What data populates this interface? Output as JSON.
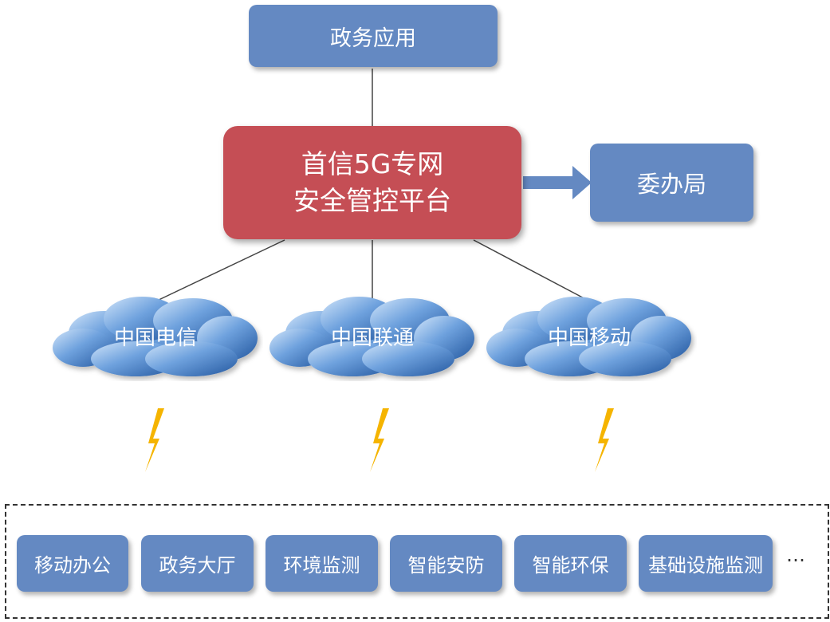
{
  "top_app": {
    "label": "政务应用"
  },
  "platform": {
    "line1": "首信5G专网",
    "line2": "安全管控平台"
  },
  "committee": {
    "label": "委办局"
  },
  "carriers": [
    {
      "label": "中国电信"
    },
    {
      "label": "中国联通"
    },
    {
      "label": "中国移动"
    }
  ],
  "services": [
    {
      "label": "移动办公"
    },
    {
      "label": "政务大厅"
    },
    {
      "label": "环境监测"
    },
    {
      "label": "智能安防"
    },
    {
      "label": "智能环保"
    },
    {
      "label": "基础设施监测"
    }
  ],
  "more": "…",
  "colors": {
    "box_blue": "#6489c2",
    "platform_red": "#c54e55",
    "cloud_light": "#cfe3f8",
    "cloud_dark": "#2f63b3",
    "bolt": "#f5b400"
  },
  "icons": {
    "carrier": "cloud-icon",
    "wireless": "lightning-bolt-icon",
    "flow": "arrow-right-icon"
  }
}
